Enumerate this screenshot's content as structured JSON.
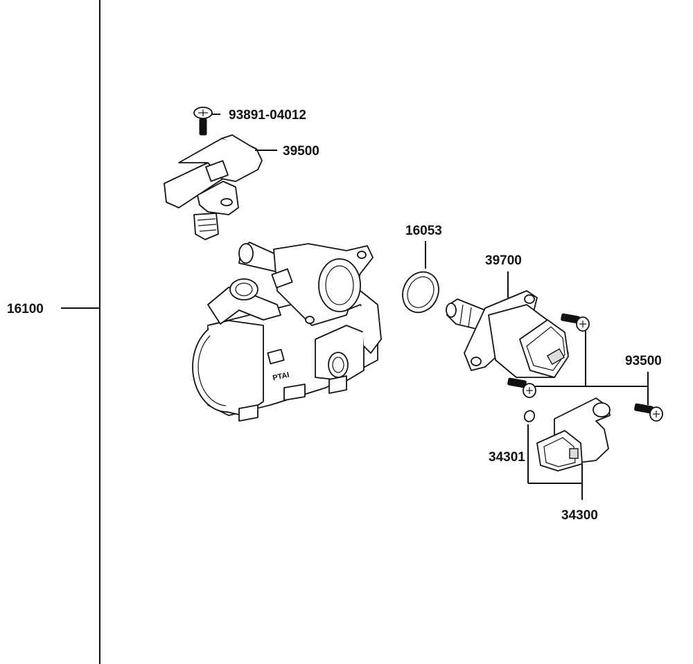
{
  "labels": {
    "assembly": "16100",
    "screw_top": "93891-04012",
    "sensor_top": "39500",
    "oring": "16053",
    "idle_valve": "39700",
    "screws_right": "93500",
    "sensor_oring": "34301",
    "sensor_bottom": "34300",
    "body_marking": "PTAI"
  },
  "icons": {
    "screw": "phillips-screw-icon",
    "oring": "o-ring-icon"
  },
  "colors": {
    "line": "#111111",
    "background": "#ffffff"
  }
}
